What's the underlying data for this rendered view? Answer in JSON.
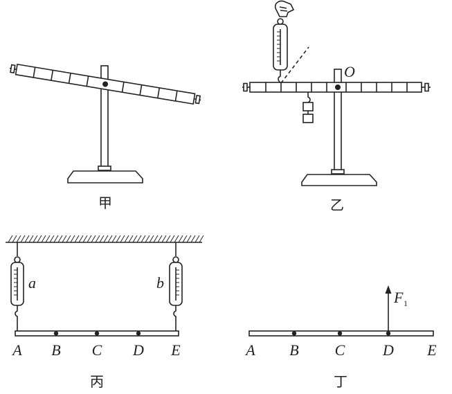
{
  "figures": {
    "jia": {
      "caption": "甲"
    },
    "yi": {
      "caption": "乙",
      "pivot_label": "O"
    },
    "bing": {
      "caption": "丙",
      "scale_a_label": "a",
      "scale_b_label": "b",
      "points": [
        "A",
        "B",
        "C",
        "D",
        "E"
      ]
    },
    "ding": {
      "caption": "丁",
      "force_label": "F",
      "force_subscript": "1",
      "points": [
        "A",
        "B",
        "C",
        "D",
        "E"
      ]
    }
  }
}
